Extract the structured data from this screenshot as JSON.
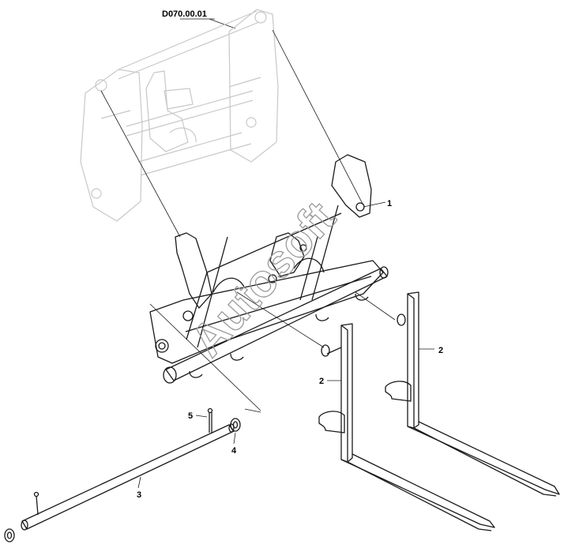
{
  "drawing_number": "D070.00.01",
  "watermark": "Autosoft",
  "callouts": [
    {
      "id": "c1",
      "label": "1"
    },
    {
      "id": "c2a",
      "label": "2"
    },
    {
      "id": "c2b",
      "label": "2"
    },
    {
      "id": "c3",
      "label": "3"
    },
    {
      "id": "c4",
      "label": "4"
    },
    {
      "id": "c5",
      "label": "5"
    }
  ]
}
